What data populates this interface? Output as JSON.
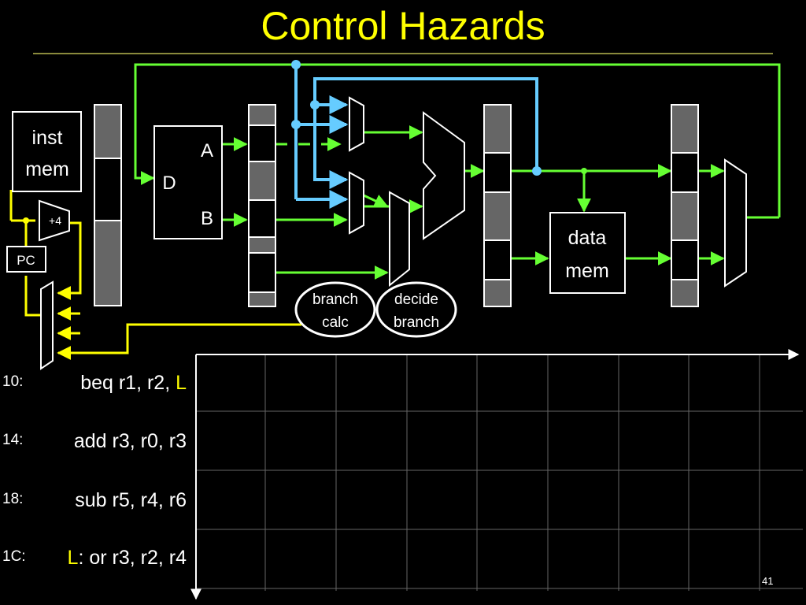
{
  "title": "Control Hazards",
  "slide_number": "41",
  "colors": {
    "title": "#ffff00",
    "wire_green": "#66ff33",
    "wire_blue": "#66ccff",
    "wire_yellow": "#ffff00",
    "latch_gray": "#666666"
  },
  "pipeline": {
    "inst_mem": [
      "inst",
      "mem"
    ],
    "pc": "PC",
    "plus4": "+4",
    "regfile": {
      "dest": "D",
      "read_a": "A",
      "read_b": "B"
    },
    "data_mem": [
      "data",
      "mem"
    ],
    "branch_calc": [
      "branch",
      "calc"
    ],
    "decide_branch": [
      "decide",
      "branch"
    ]
  },
  "instructions": [
    {
      "addr": "10:",
      "text": "beq r1, r2, ",
      "label": "L",
      "label_first": false
    },
    {
      "addr": "14:",
      "text": "add r3, r0, r3"
    },
    {
      "addr": "18:",
      "text": "sub r5, r4, r6"
    },
    {
      "addr": "1C:",
      "label": "L",
      "text": ": or r3, r2, r4",
      "label_first": true
    }
  ]
}
